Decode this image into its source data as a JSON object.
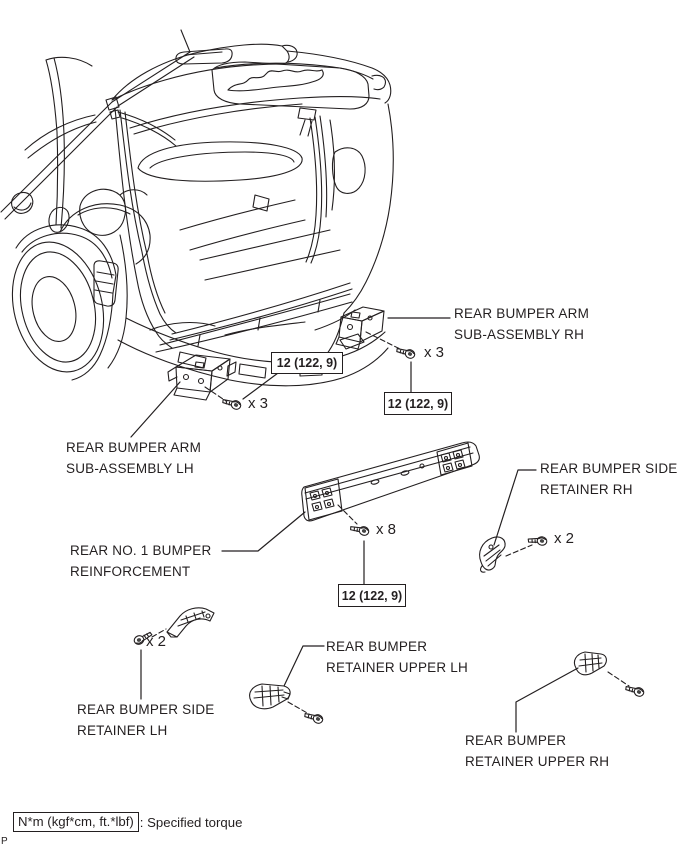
{
  "page": {
    "marker": "P"
  },
  "labels": {
    "rh_arm": {
      "line1": "REAR BUMPER ARM",
      "line2": "SUB-ASSEMBLY RH"
    },
    "lh_arm": {
      "line1": "REAR BUMPER ARM",
      "line2": "SUB-ASSEMBLY LH"
    },
    "reinforcement": {
      "line1": "REAR NO. 1 BUMPER",
      "line2": "REINFORCEMENT"
    },
    "side_retainer_rh": {
      "line1": "REAR BUMPER SIDE",
      "line2": "RETAINER RH"
    },
    "side_retainer_lh": {
      "line1": "REAR BUMPER SIDE",
      "line2": "RETAINER LH"
    },
    "upper_retainer_lh": {
      "line1": "REAR BUMPER",
      "line2": "RETAINER UPPER LH"
    },
    "upper_retainer_rh": {
      "line1": "REAR BUMPER",
      "line2": "RETAINER UPPER RH"
    }
  },
  "quantities": {
    "rh_arm": "x 3",
    "lh_arm": "x 3",
    "reinforcement": "x 8",
    "side_retainer_rh": "x 2",
    "side_retainer_lh": "x 2"
  },
  "torques": {
    "rh_arm": "12 (122, 9)",
    "lh_arm": "12 (122, 9)",
    "reinforcement": "12 (122, 9)"
  },
  "legend": {
    "box_label": "N*m (kgf*cm, ft.*lbf)",
    "description": ": Specified torque"
  },
  "colors": {
    "line": "#231f20",
    "background": "#ffffff"
  }
}
